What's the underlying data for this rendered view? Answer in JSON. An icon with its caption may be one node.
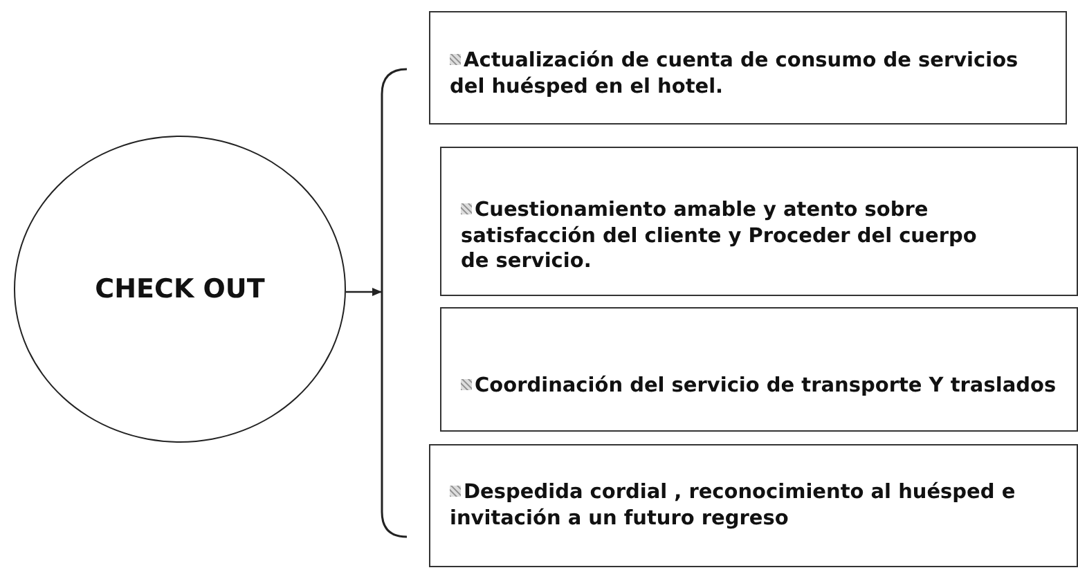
{
  "diagram": {
    "nodes": [
      {
        "text": [
          "CHECK OUT"
        ]
      },
      {
        "text": [
          "Actualización de cuenta de consumo de servicios del huésped en el hotel."
        ]
      },
      {
        "text": [
          "Cuestionamiento amable y atento sobre satisfacción del cliente y Proceder del cuerpo de servicio."
        ]
      },
      {
        "text": [
          "Coordinación del servicio de transporte Y traslados"
        ]
      },
      {
        "text": [
          "Despedida cordial , reconocimiento al huésped e invitación a un futuro regreso"
        ]
      },
      {
        "text": [],
        "shape": "brace"
      }
    ],
    "edges": [
      {
        "from": 0,
        "to": 5,
        "arrow": "to"
      }
    ]
  }
}
